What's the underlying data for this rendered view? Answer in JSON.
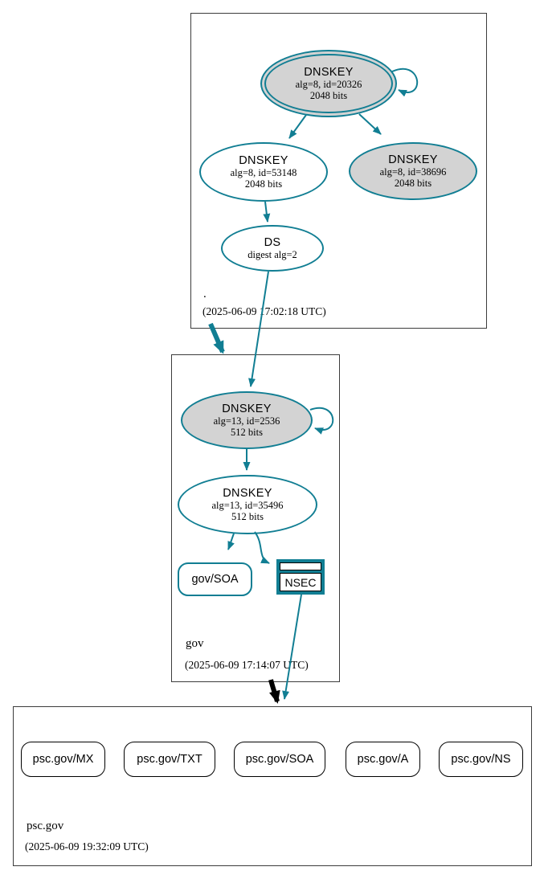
{
  "diagram_type": "dnssec-authentication-chain",
  "colors": {
    "teal": "#117e93",
    "key_fill_gray": "#d3d3d3",
    "delegation_black": "#000000",
    "box_border": "#3c3c3c"
  },
  "zones": [
    {
      "name": ".",
      "timestamp": "(2025-06-09 17:02:18 UTC)",
      "nodes": {
        "ksk": {
          "title": "DNSKEY",
          "alg": "alg=8, id=20326",
          "bits": "2048 bits"
        },
        "zsk": {
          "title": "DNSKEY",
          "alg": "alg=8, id=53148",
          "bits": "2048 bits"
        },
        "key3": {
          "title": "DNSKEY",
          "alg": "alg=8, id=38696",
          "bits": "2048 bits"
        },
        "ds": {
          "title": "DS",
          "alg": "digest alg=2"
        }
      }
    },
    {
      "name": "gov",
      "timestamp": "(2025-06-09 17:14:07 UTC)",
      "nodes": {
        "ksk": {
          "title": "DNSKEY",
          "alg": "alg=13, id=2536",
          "bits": "512 bits"
        },
        "zsk": {
          "title": "DNSKEY",
          "alg": "alg=13, id=35496",
          "bits": "512 bits"
        },
        "soa": {
          "label": "gov/SOA"
        },
        "nsec": {
          "label": "NSEC"
        }
      }
    },
    {
      "name": "psc.gov",
      "timestamp": "(2025-06-09 19:32:09 UTC)",
      "rrsets": [
        {
          "label": "psc.gov/MX"
        },
        {
          "label": "psc.gov/TXT"
        },
        {
          "label": "psc.gov/SOA"
        },
        {
          "label": "psc.gov/A"
        },
        {
          "label": "psc.gov/NS"
        }
      ]
    }
  ]
}
